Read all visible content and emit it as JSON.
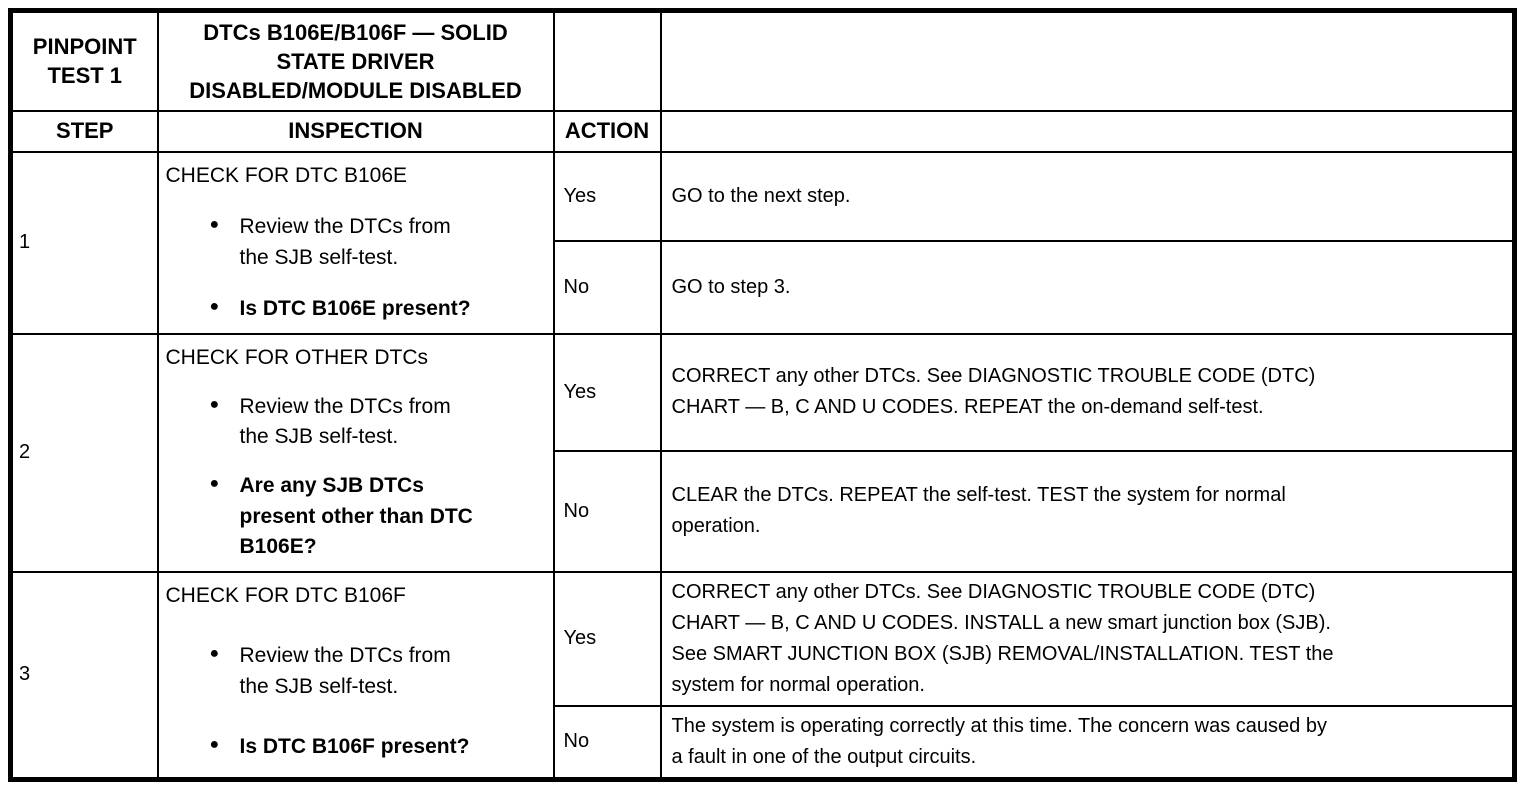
{
  "page": {
    "background": "#ffffff",
    "text_color": "#000000",
    "border_color": "#000000"
  },
  "icons": {
    "bullet_glyph": "●"
  },
  "table": {
    "header": {
      "test_label": "PINPOINT TEST 1",
      "title": "DTCs B106E/B106F — SOLID\nSTATE DRIVER\nDISABLED/MODULE DISABLED"
    },
    "columns": {
      "step": "STEP",
      "inspection": "INSPECTION",
      "action": "ACTION"
    },
    "steps": [
      {
        "number": "1",
        "check_title": "CHECK FOR DTC B106E",
        "bullets": [
          {
            "text": "Review the DTCs from\nthe SJB self-test.",
            "emphasis": false
          },
          {
            "text": "Is DTC B106E present?",
            "emphasis": true
          }
        ],
        "yes": {
          "label": "Yes",
          "action": "GO to the next step."
        },
        "no": {
          "label": "No",
          "action": "GO to step 3."
        }
      },
      {
        "number": "2",
        "check_title": "CHECK FOR OTHER DTCs",
        "bullets": [
          {
            "text": "Review the DTCs from\nthe SJB self-test.",
            "emphasis": false
          },
          {
            "text": "Are any SJB DTCs\npresent other than DTC\nB106E?",
            "emphasis": true
          }
        ],
        "yes": {
          "label": "Yes",
          "action": "CORRECT any other DTCs. See DIAGNOSTIC TROUBLE CODE (DTC)\nCHART — B, C AND U CODES. REPEAT the on-demand self-test."
        },
        "no": {
          "label": "No",
          "action": "CLEAR the DTCs. REPEAT the self-test. TEST the system for normal\noperation."
        }
      },
      {
        "number": "3",
        "check_title": "CHECK FOR DTC B106F",
        "bullets": [
          {
            "text": "Review the DTCs from\nthe SJB self-test.",
            "emphasis": false
          },
          {
            "text": "Is DTC B106F present?",
            "emphasis": true
          }
        ],
        "yes": {
          "label": "Yes",
          "action": "CORRECT any other DTCs. See DIAGNOSTIC TROUBLE CODE (DTC)\nCHART — B, C AND U CODES. INSTALL a new smart junction box (SJB).\nSee SMART JUNCTION BOX (SJB) REMOVAL/INSTALLATION. TEST the\nsystem for normal operation."
        },
        "no": {
          "label": "No",
          "action": "The system is operating correctly at this time. The concern was caused by\na fault in one of the output circuits."
        }
      }
    ]
  }
}
